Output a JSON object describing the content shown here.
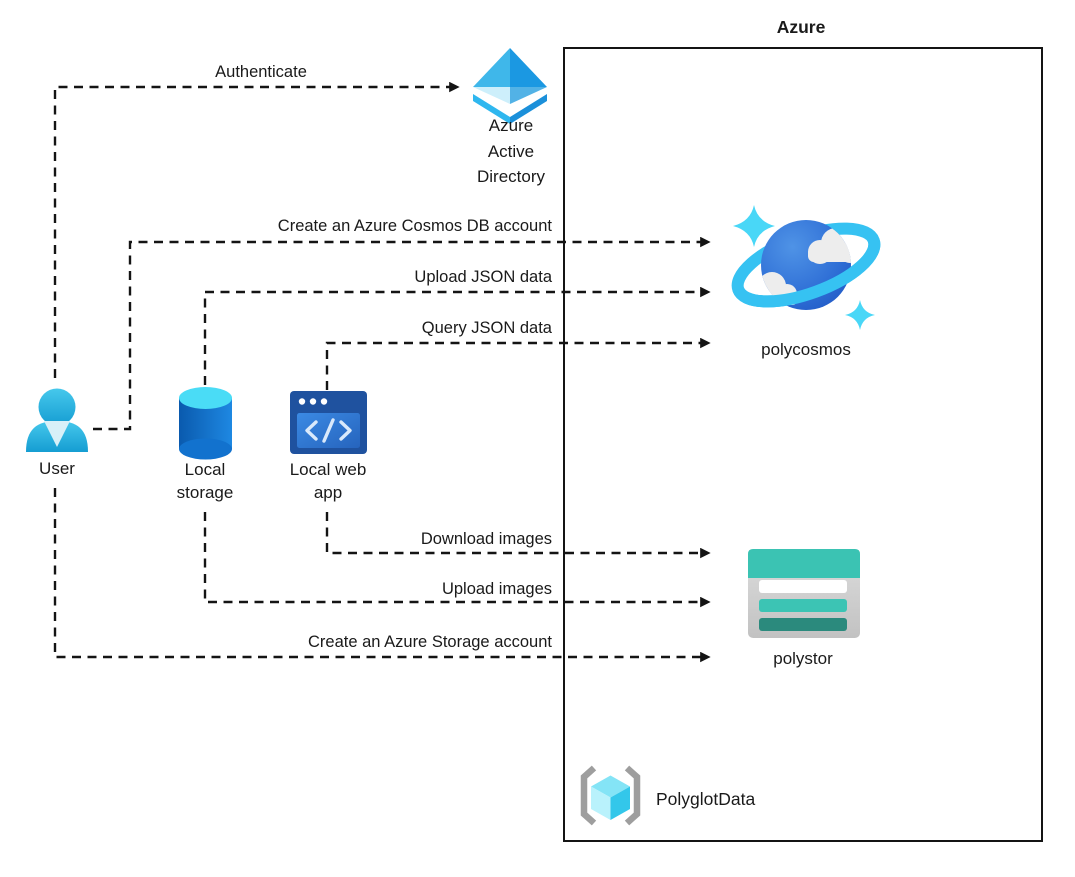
{
  "diagram": {
    "boundary": {
      "label": "Azure"
    },
    "nodes": {
      "user": {
        "label": "User"
      },
      "local_storage": {
        "label": "Local storage"
      },
      "local_web_app": {
        "label": "Local web app"
      },
      "azure_ad": {
        "label": "Azure Active Directory"
      },
      "polycosmos": {
        "label": "polycosmos"
      },
      "polystor": {
        "label": "polystor"
      },
      "polyglotdata": {
        "label": "PolyglotData"
      }
    },
    "flows": [
      {
        "label": "Authenticate",
        "from": "User",
        "to": "Azure Active Directory"
      },
      {
        "label": "Create an Azure Cosmos DB account",
        "from": "User",
        "to": "polycosmos"
      },
      {
        "label": "Upload JSON data",
        "from": "Local storage",
        "to": "polycosmos"
      },
      {
        "label": "Query JSON data",
        "from": "Local web app",
        "to": "polycosmos"
      },
      {
        "label": "Download images",
        "from": "Local web app",
        "to": "polystor"
      },
      {
        "label": "Upload images",
        "from": "Local storage",
        "to": "polystor"
      },
      {
        "label": "Create an Azure Storage account",
        "from": "User",
        "to": "polystor"
      }
    ],
    "colors": {
      "arrow": "#141414",
      "user_teal": "#2ab2de",
      "storage_body_blue": "#1272ce",
      "storage_top_cyan": "#4adcf6",
      "webapp_frame_blue": "#1f529f",
      "webapp_panel_blue": "#3180dc",
      "aad_light_blue": "#3fb7ea",
      "aad_dark_blue": "#1b98e2",
      "cosmos_ring_cyan": "#36c2f2",
      "cosmos_planet_blue": "#2f6fd6",
      "cosmos_sparkle_cyan": "#49d7f7",
      "polystor_teal": "#3bc3b3",
      "polystor_teal_dark": "#2b8a7d",
      "polystor_gray": "#cfcfcf",
      "cube_cyan": "#4fd0ee",
      "bracket_gray": "#9e9e9e"
    }
  }
}
